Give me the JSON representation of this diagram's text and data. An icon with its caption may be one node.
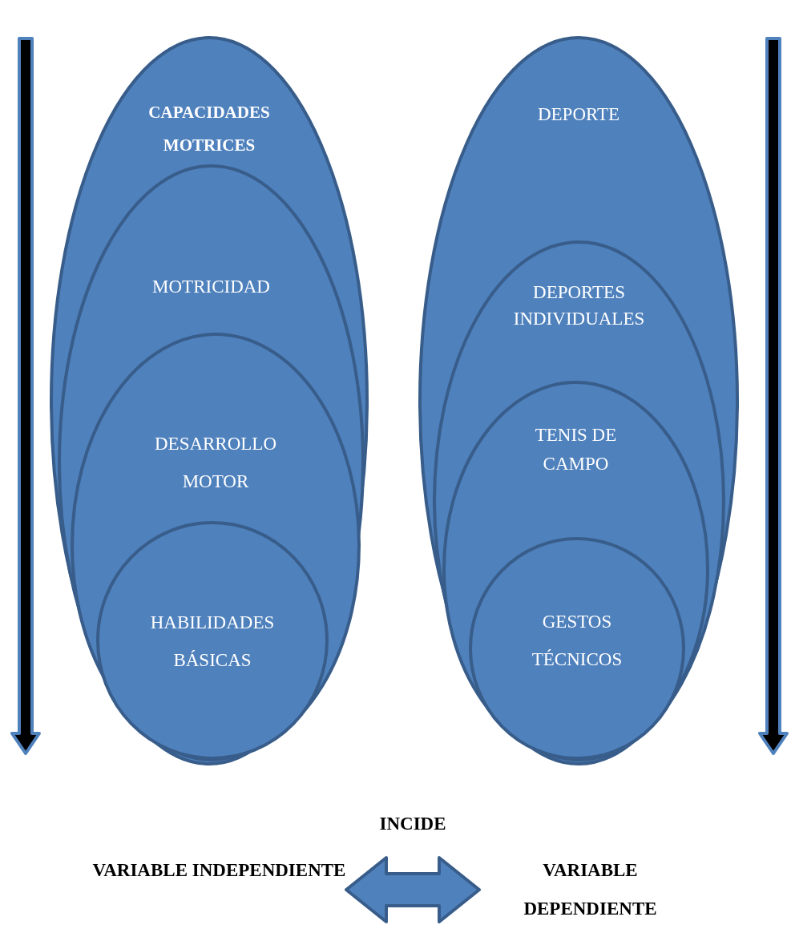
{
  "diagram": {
    "nodes": [
      {
        "text": [
          "CAPACIDADES MOTRICES"
        ]
      },
      {
        "text": [
          "MOTRICIDAD"
        ],
        "in": 0
      },
      {
        "text": [
          "DESARROLLO MOTOR"
        ],
        "in": 1
      },
      {
        "text": [
          "HABILIDADES BÁSICAS"
        ],
        "in": 2
      },
      {
        "text": [
          "DEPORTE"
        ]
      },
      {
        "text": [
          "DEPORTES INDIVIDUALES"
        ],
        "in": 4
      },
      {
        "text": [
          "TENIS DE CAMPO"
        ],
        "in": 5
      },
      {
        "text": [
          "GESTOS TÉCNICOS"
        ],
        "in": 6
      },
      {
        "text": [
          "VARIABLE INDEPENDIENTE"
        ]
      },
      {
        "text": [
          "VARIABLE DEPENDIENTE"
        ]
      }
    ],
    "edges": [
      {
        "from": 8,
        "to": 9,
        "arrow": "both",
        "label": "INCIDE",
        "style": "thick"
      }
    ]
  }
}
